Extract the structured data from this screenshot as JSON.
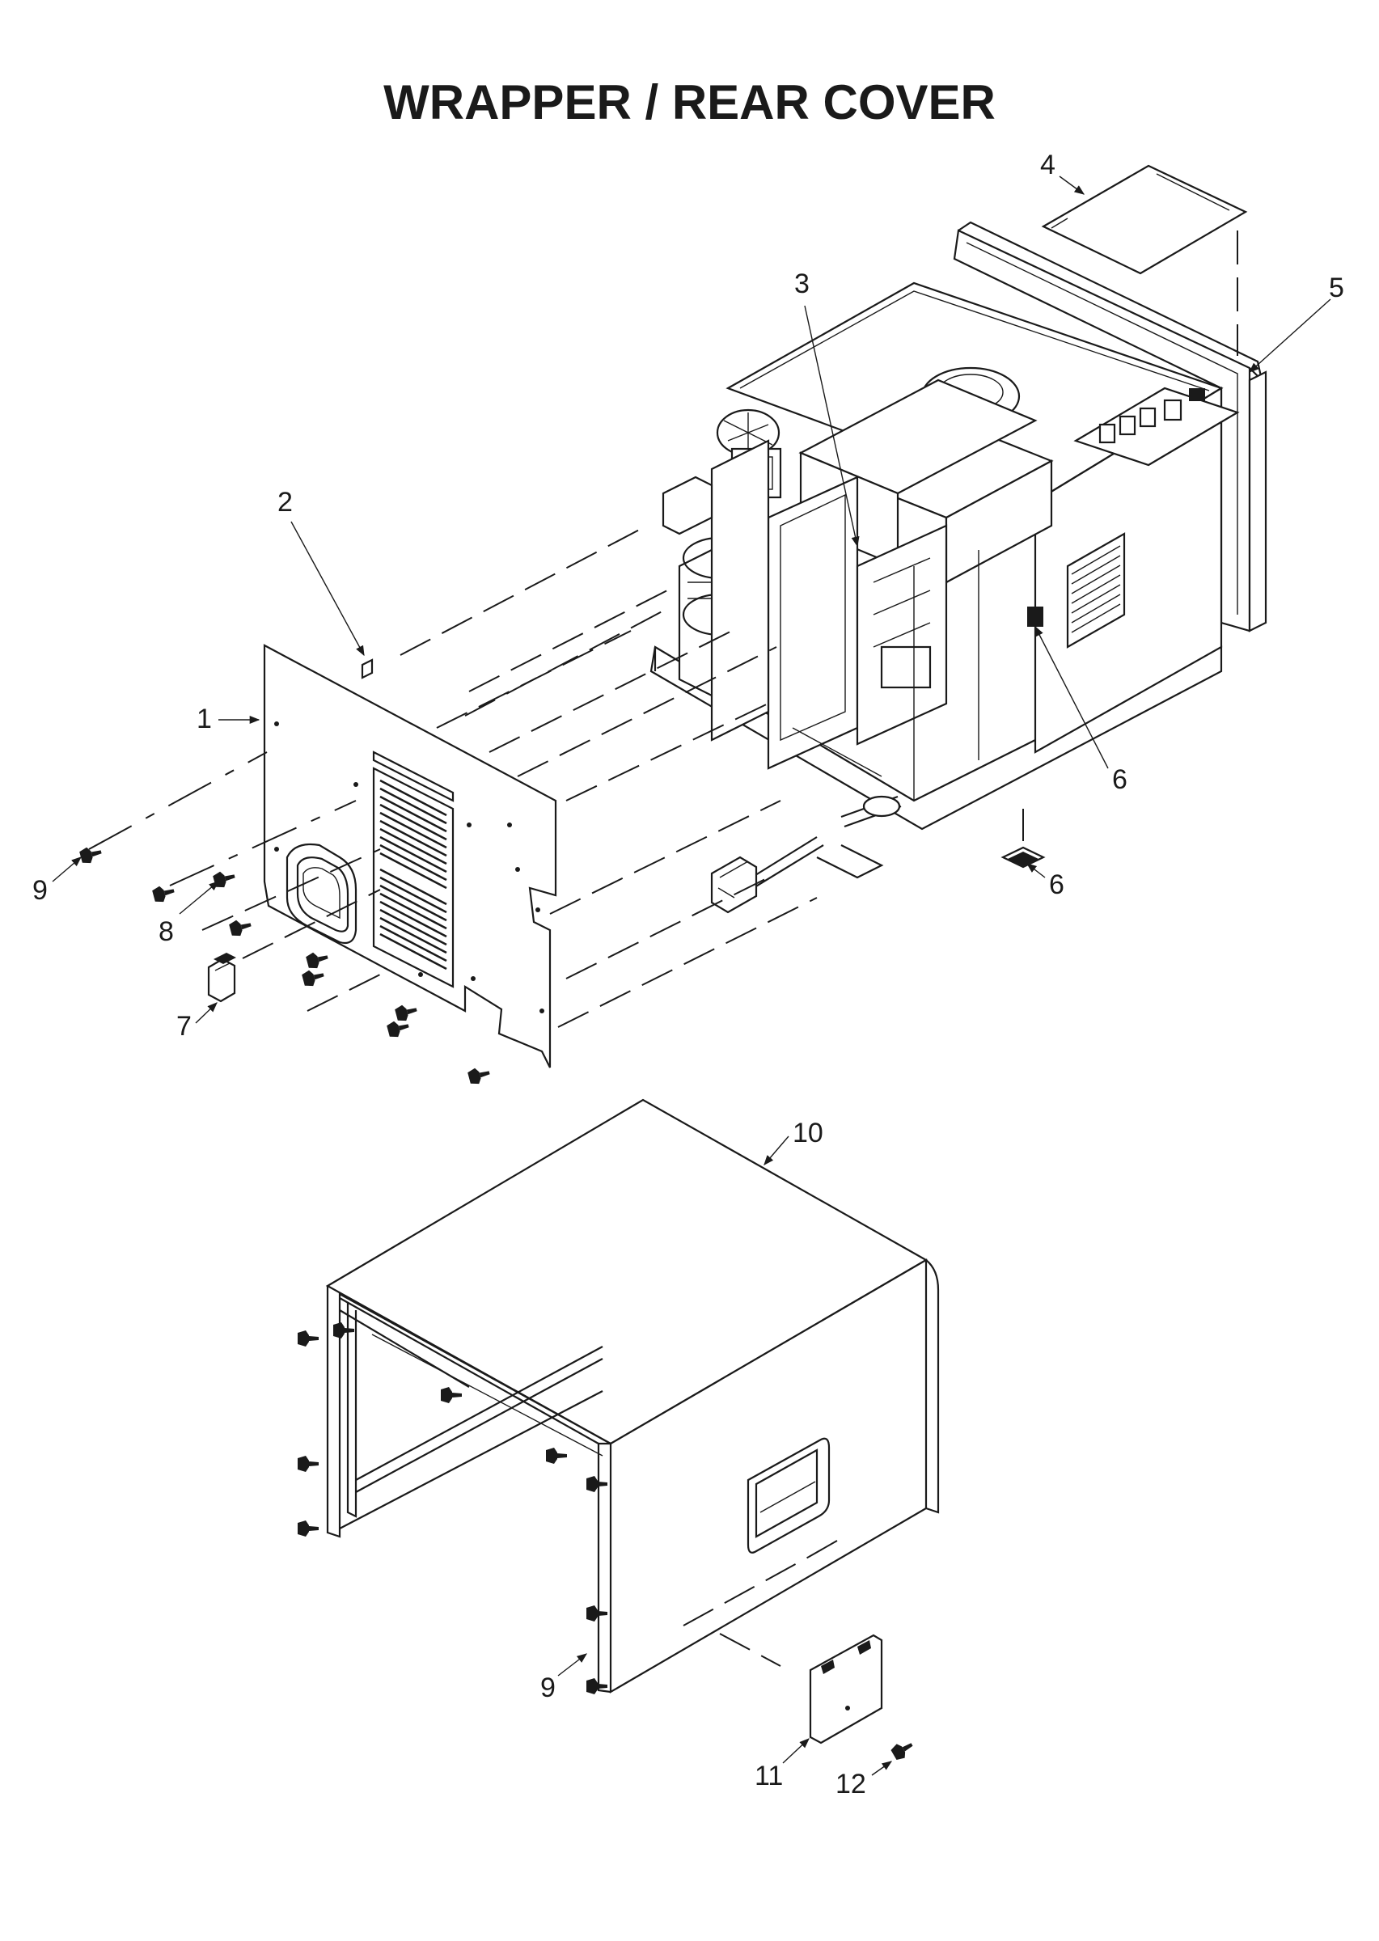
{
  "title": "WRAPPER / REAR COVER",
  "callouts": {
    "c1": "1",
    "c2": "2",
    "c3": "3",
    "c4": "4",
    "c5": "5",
    "c6a": "6",
    "c6b": "6",
    "c7": "7",
    "c8": "8",
    "c9a": "9",
    "c9b": "9",
    "c10": "10",
    "c11": "11",
    "c12": "12"
  }
}
